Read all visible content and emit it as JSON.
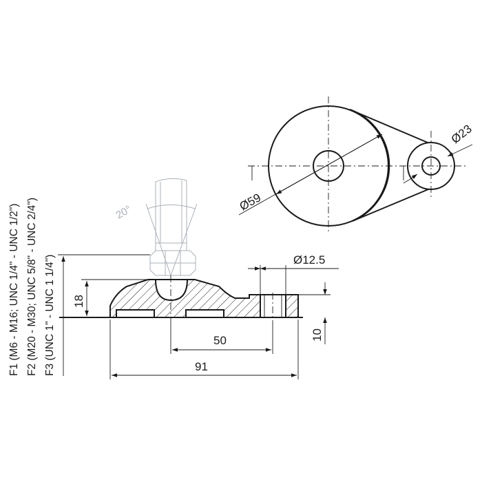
{
  "dimensions": {
    "dia_59": "Ø59",
    "dia_23": "Ø23",
    "dia_12_5": "Ø12.5",
    "height_18": "18",
    "height_10": "10",
    "length_50": "50",
    "length_91": "91",
    "angle_20": "20°"
  },
  "thread_variants": [
    "F1 (M6 - M16; UNC 1/4\" - UNC 1/2\")",
    "F2 (M20 - M30; UNC 5/8\" - UNC 2/4\")",
    "F3 (UNC 1\" - UNC 1 1/4\")"
  ],
  "colors": {
    "line": "#1a1a1a",
    "ghost_line": "#a9b0b8"
  }
}
